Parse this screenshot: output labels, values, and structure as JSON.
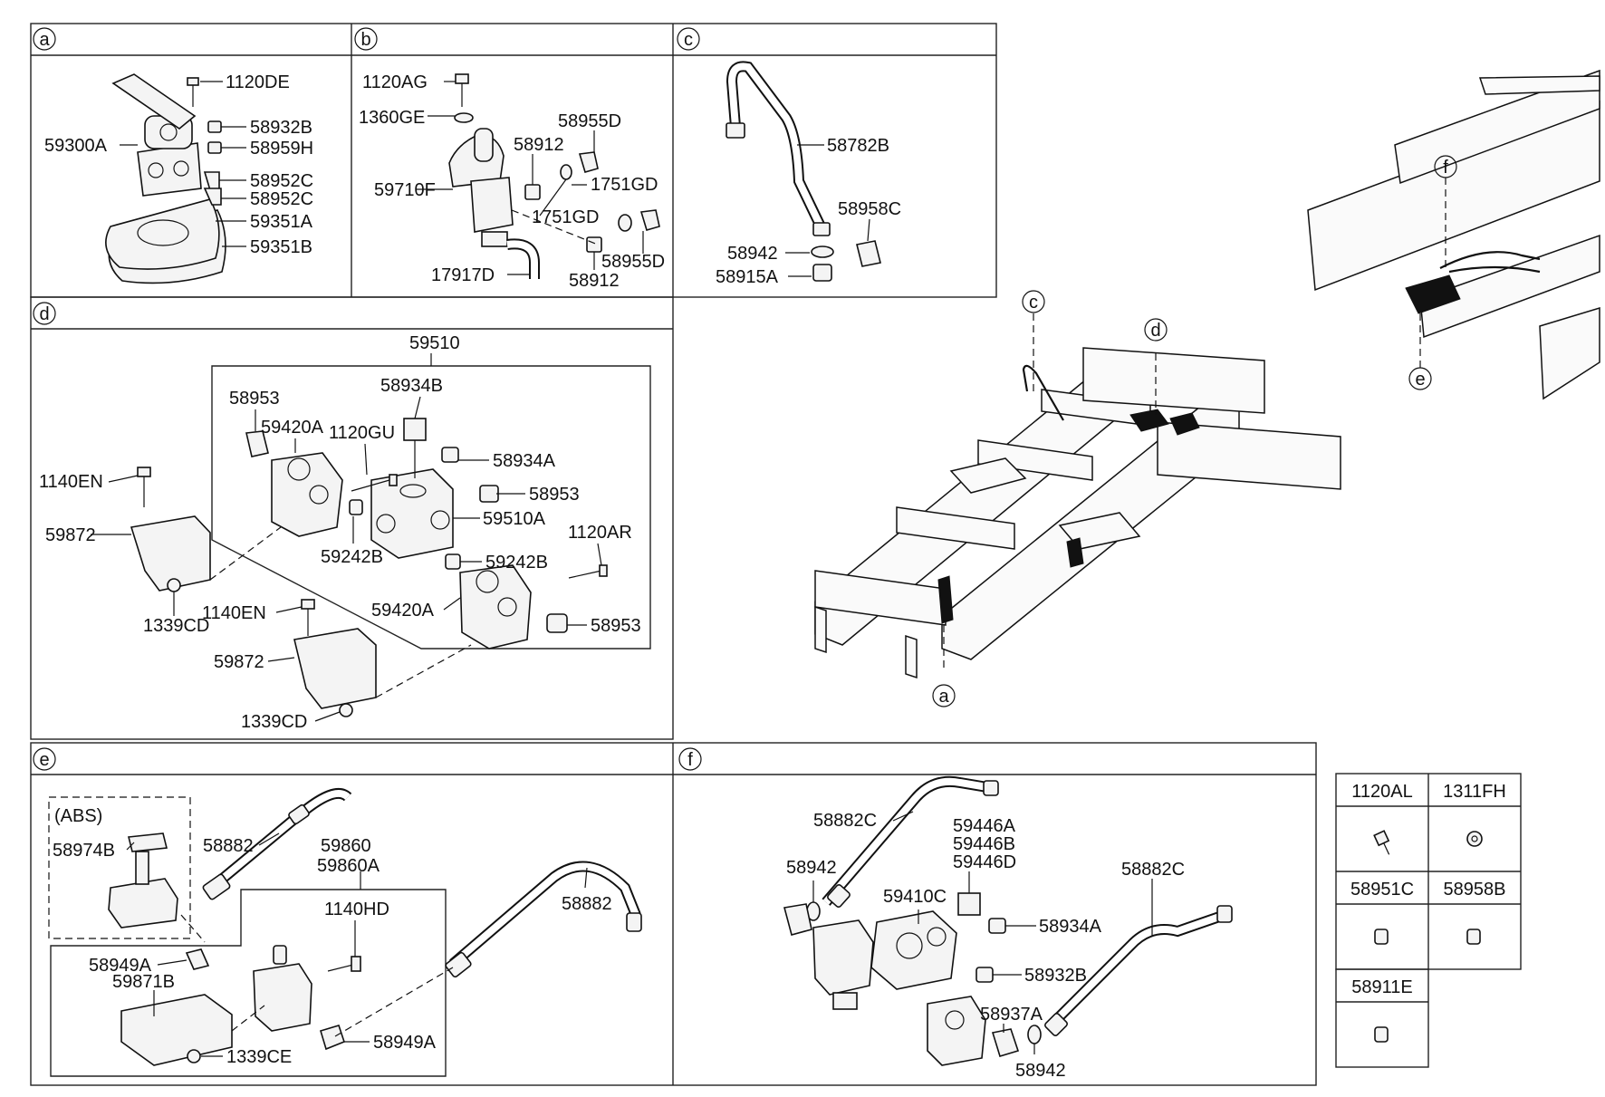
{
  "sections": {
    "a": {
      "letter": "a",
      "labels": [
        "1120DE",
        "58932B",
        "59300A",
        "58959H",
        "58952C",
        "58952C",
        "59351A",
        "59351B"
      ]
    },
    "b": {
      "letter": "b",
      "labels": [
        "1120AG",
        "1360GE",
        "58955D",
        "58912",
        "1751GD",
        "59710F",
        "1751GD",
        "58955D",
        "17917D",
        "58912"
      ]
    },
    "c": {
      "letter": "c",
      "labels": [
        "58782B",
        "58958C",
        "58942",
        "58915A"
      ]
    },
    "d": {
      "letter": "d",
      "labels": [
        "59510",
        "58934B",
        "58953",
        "59420A",
        "1120GU",
        "58934A",
        "58953",
        "1140EN",
        "59510A",
        "59872",
        "1120AR",
        "59242B",
        "59242B",
        "1339CD",
        "1140EN",
        "59420A",
        "58953",
        "59872",
        "1339CD"
      ]
    },
    "e": {
      "letter": "e",
      "abs_label": "(ABS)",
      "labels": [
        "58882",
        "58974B",
        "59860",
        "59860A",
        "1140HD",
        "58882",
        "58949A",
        "59871B",
        "58949A",
        "1339CE"
      ]
    },
    "f": {
      "letter": "f",
      "labels": [
        "58882C",
        "59446A",
        "59446B",
        "59446D",
        "58942",
        "59410C",
        "58882C",
        "58934A",
        "58932B",
        "58937A",
        "58942"
      ]
    }
  },
  "overview": {
    "callouts": [
      "c",
      "d",
      "a"
    ]
  },
  "inset": {
    "callouts": [
      "f",
      "e"
    ]
  },
  "parts_table": {
    "cells": [
      {
        "code": "1120AL"
      },
      {
        "code": "1311FH"
      },
      {
        "code": "58951C"
      },
      {
        "code": "58958B"
      },
      {
        "code": "58911E"
      }
    ]
  }
}
